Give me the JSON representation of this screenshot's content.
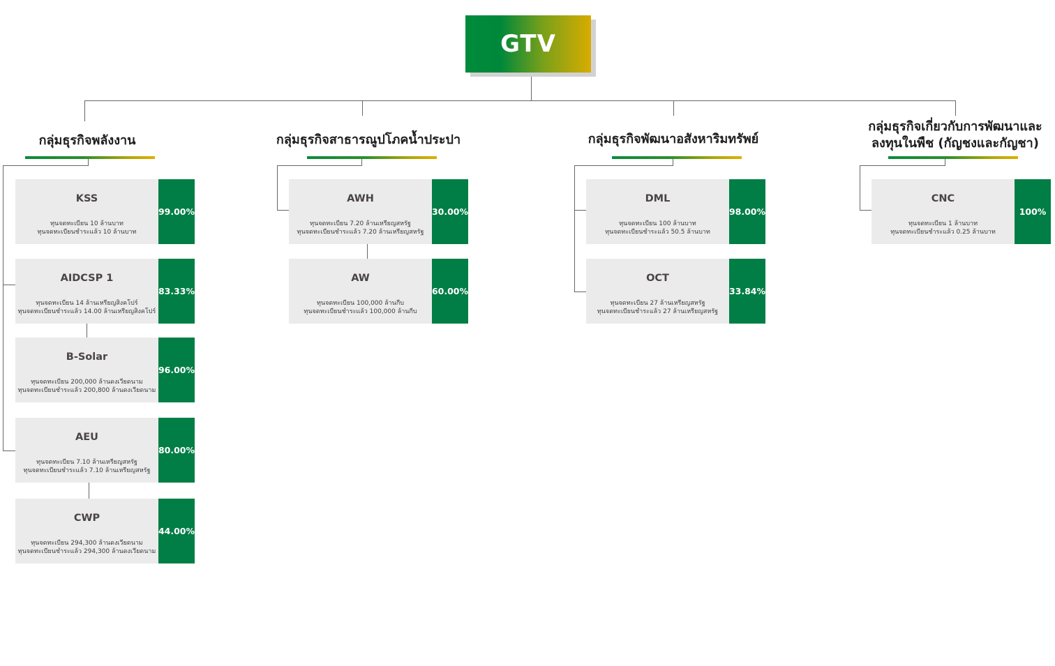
{
  "root": {
    "label": "GTV"
  },
  "colors": {
    "percent_bg": "#007e45",
    "card_bg": "#ebebeb",
    "gradient_start": "#008a3c",
    "gradient_end": "#d8ac00",
    "connector": "#666666"
  },
  "groups": [
    {
      "title_line1": "กลุ่มธุรกิจพลังงาน",
      "title_line2": "",
      "companies": [
        {
          "name": "KSS",
          "registered": "ทุนจดทะเบียน 10 ล้านบาท",
          "paid": "ทุนจดทะเบียนชำระแล้ว 10 ล้านบาท",
          "percent": "99.00%"
        },
        {
          "name": "AIDCSP 1",
          "registered": "ทุนจดทะเบียน 14 ล้านเหรียญสิงคโปร์",
          "paid": "ทุนจดทะเบียนชำระแล้ว 14.00 ล้านเหรียญสิงคโปร์",
          "percent": "83.33%"
        },
        {
          "name": "B-Solar",
          "registered": "ทุนจดทะเบียน 200,000 ล้านดงเวียดนาม",
          "paid": "ทุนจดทะเบียนชำระแล้ว 200,800 ล้านดงเวียดนาม",
          "percent": "96.00%"
        },
        {
          "name": "AEU",
          "registered": "ทุนจดทะเบียน 7.10 ล้านเหรียญสหรัฐ",
          "paid": "ทุนจดทะเบียนชำระแล้ว 7.10 ล้านเหรียญสหรัฐ",
          "percent": "80.00%"
        },
        {
          "name": "CWP",
          "registered": "ทุนจดทะเบียน 294,300 ล้านดงเวียดนาม",
          "paid": "ทุนจดทะเบียนชำระแล้ว 294,300 ล้านดงเวียดนาม",
          "percent": "44.00%"
        }
      ]
    },
    {
      "title_line1": "กลุ่มธุรกิจสาธารณูปโภคน้ำประปา",
      "title_line2": "",
      "companies": [
        {
          "name": "AWH",
          "registered": "ทุนจดทะเบียน 7.20 ล้านเหรียญสหรัฐ",
          "paid": "ทุนจดทะเบียนชำระแล้ว 7.20 ล้านเหรียญสหรัฐ",
          "percent": "30.00%"
        },
        {
          "name": "AW",
          "registered": "ทุนจดทะเบียน 100,000 ล้านกีบ",
          "paid": "ทุนจดทะเบียนชำระแล้ว  100,000 ล้านกีบ",
          "percent": "60.00%"
        }
      ]
    },
    {
      "title_line1": "กลุ่มธุรกิจพัฒนาอสังหาริมทรัพย์",
      "title_line2": "",
      "companies": [
        {
          "name": "DML",
          "registered": "ทุนจดทะเบียน 100 ล้านบาท",
          "paid": "ทุนจดทะเบียนชำระแล้ว 50.5 ล้านบาท",
          "percent": "98.00%"
        },
        {
          "name": "OCT",
          "registered": "ทุนจดทะเบียน  27 ล้านเหรียญสหรัฐ",
          "paid": "ทุนจดทะเบียนชำระแล้ว  27 ล้านเหรียญสหรัฐ",
          "percent": "33.84%"
        }
      ]
    },
    {
      "title_line1": "กลุ่มธุรกิจเกี่ยวกับการพัฒนาและ",
      "title_line2": "ลงทุนในพืช (กัญชงและกัญชา)",
      "companies": [
        {
          "name": "CNC",
          "registered": "ทุนจดทะเบียน 1 ล้านบาท",
          "paid": "ทุนจดทะเบียนชำระแล้ว 0.25 ล้านบาท",
          "percent": "100%"
        }
      ]
    }
  ]
}
